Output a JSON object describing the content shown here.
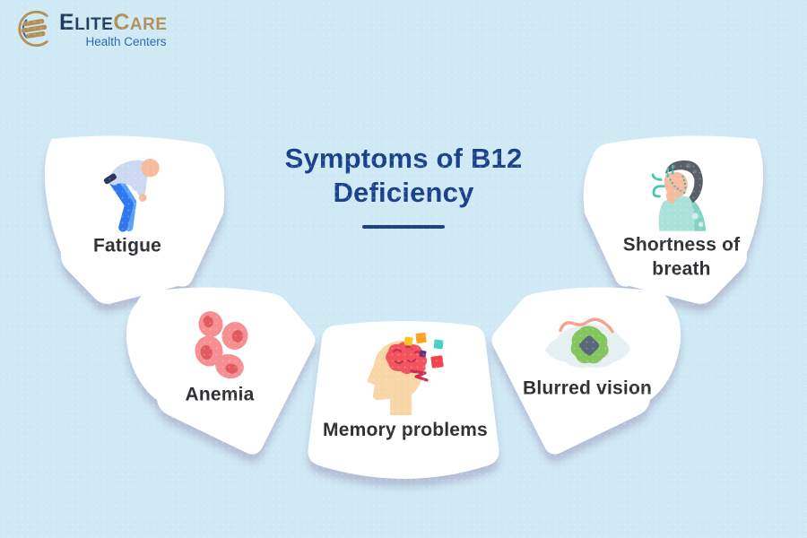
{
  "page": {
    "background_color": "#cfe9f5",
    "accent_navy": "#1c418c",
    "card_color": "#ffffff",
    "label_color": "#2e3033"
  },
  "logo": {
    "emblem_icon": "gold-swirl-e-emblem-icon",
    "brand_elite_initial": "E",
    "brand_elite_rest": "LITE",
    "brand_care_initial": "C",
    "brand_care_rest": "ARE",
    "tagline": "Health Centers",
    "colors": {
      "elite": "#223c5e",
      "care": "#b3905a",
      "tagline": "#2a69b2"
    }
  },
  "title": {
    "text": "Symptoms of B12 Deficiency"
  },
  "cards": [
    {
      "id": "fatigue",
      "label": "Fatigue",
      "icon": "tired-person-icon",
      "icon_colors": [
        "#ccd9f0",
        "#2f77ee",
        "#5aa2f5",
        "#f7bb9e",
        "#27395a"
      ]
    },
    {
      "id": "anemia",
      "label": "Anemia",
      "icon": "red-blood-cells-icon",
      "icon_colors": [
        "#f58f92",
        "#e05a60"
      ]
    },
    {
      "id": "memory",
      "label": "Memory problems",
      "icon": "memory-loss-brain-icon",
      "icon_colors": [
        "#f9d6a6",
        "#f2545f",
        "#c73152",
        "#f6c71d",
        "#f5a51d",
        "#43d1c5",
        "#6d2d77",
        "#f2434f"
      ]
    },
    {
      "id": "blurred",
      "label": "Blurred vision",
      "icon": "blurred-eye-icon",
      "icon_colors": [
        "#e6f0f3",
        "#85c55e",
        "#57697b",
        "#f5a28c"
      ]
    },
    {
      "id": "shortness",
      "label": "Shortness of breath",
      "icon": "breathless-person-icon",
      "icon_colors": [
        "#a9e2d8",
        "#84d2c3",
        "#5a5e66",
        "#f7bb9e",
        "#45c6b3"
      ]
    }
  ]
}
